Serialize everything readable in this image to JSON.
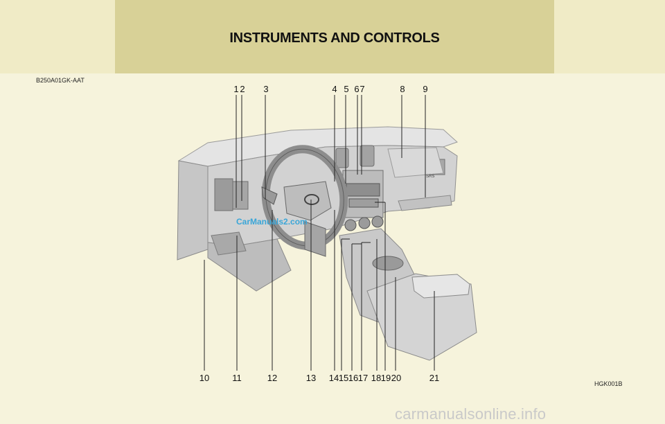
{
  "header": {
    "title": "INSTRUMENTS AND CONTROLS"
  },
  "doc_code": "B250A01GK-AAT",
  "figure_code": "HGK001B",
  "watermark_mid": "CarManuals2.com",
  "watermark_bottom": "carmanualsonline.info",
  "callouts_top": [
    "1",
    "2",
    "3",
    "4",
    "5",
    "6",
    "7",
    "8",
    "9"
  ],
  "callouts_bottom": [
    "10",
    "11",
    "12",
    "13",
    "14",
    "15",
    "16",
    "17",
    "18",
    "19",
    "20",
    "21"
  ],
  "badge_text": "SRS",
  "colors": {
    "header_bg": "#d8d197",
    "page_bg": "#f6f3dc",
    "side_band": "#f0ebc6",
    "watermark_blue": "#3aa6d8"
  }
}
